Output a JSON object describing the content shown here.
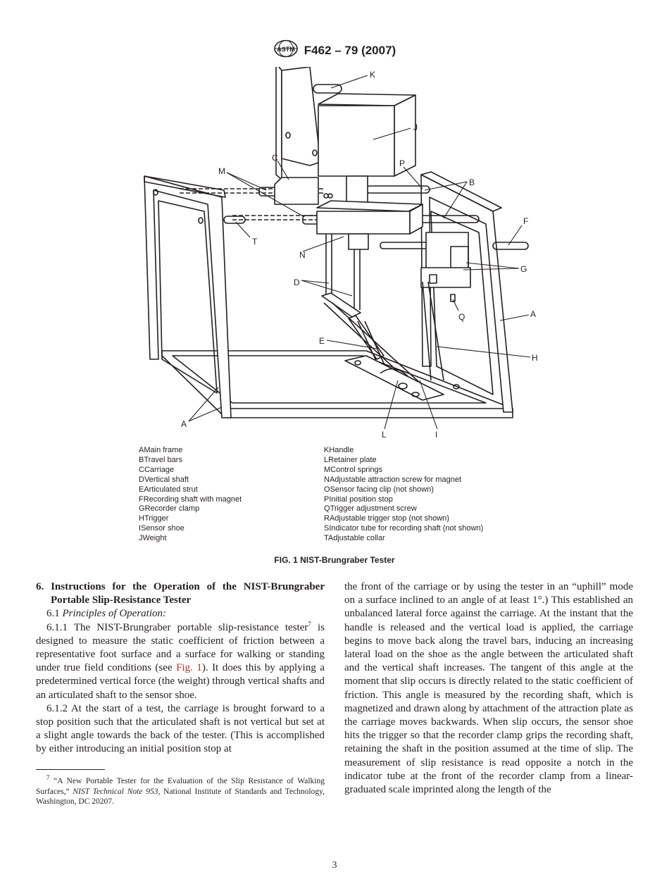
{
  "header": {
    "logo_icon": "astm-logo-icon",
    "logo_text": "ASTM",
    "standard": "F462 – 79 (2007)"
  },
  "figure": {
    "callout_labels": {
      "K": "K",
      "J": "J",
      "C": "C",
      "M": "M",
      "P": "P",
      "B": "B",
      "F": "F",
      "T": "T",
      "N": "N",
      "G": "G",
      "D": "D",
      "A": "A",
      "Q": "Q",
      "E": "E",
      "H": "H",
      "L": "L",
      "I": "I",
      "A2": "A"
    }
  },
  "legend": {
    "left": [
      {
        "key": "A",
        "label": "Main frame"
      },
      {
        "key": "B",
        "label": "Travel bars"
      },
      {
        "key": "C",
        "label": "Carriage"
      },
      {
        "key": "D",
        "label": "Vertical shaft"
      },
      {
        "key": "E",
        "label": "Articulated strut"
      },
      {
        "key": "F",
        "label": "Recording shaft with magnet"
      },
      {
        "key": "G",
        "label": "Recorder clamp"
      },
      {
        "key": "H",
        "label": "Trigger"
      },
      {
        "key": "I",
        "label": "Sensor shoe"
      },
      {
        "key": "J",
        "label": "Weight"
      }
    ],
    "right": [
      {
        "key": "K",
        "label": "Handle"
      },
      {
        "key": "L",
        "label": "Retainer plate"
      },
      {
        "key": "M",
        "label": "Control springs"
      },
      {
        "key": "N",
        "label": "Adjustable attraction screw for magnet"
      },
      {
        "key": "O",
        "label": "Sensor facing clip (not shown)"
      },
      {
        "key": "P",
        "label": "Initial position stop"
      },
      {
        "key": "Q",
        "label": "Trigger adjustment screw"
      },
      {
        "key": "R",
        "label": "Adjustable trigger stop (not shown)"
      },
      {
        "key": "S",
        "label": "Indicator tube for recording shaft (not shown)"
      },
      {
        "key": "T",
        "label": "Adjustable collar"
      }
    ]
  },
  "caption": "FIG. 1 NIST-Brungraber Tester",
  "section": {
    "heading": "6. Instructions for the Operation of the NIST-Brungraber Portable Slip-Resistance Tester",
    "p1_num": "6.1",
    "p1_title": "Principles of Operation:",
    "p2_a": "6.1.1 The NIST-Brungraber portable slip-resistance tester",
    "p2_sup": "7",
    "p2_b": " is designed to measure the static coefficient of friction between a representative foot surface and a surface for walking or standing under true field conditions (see ",
    "p2_link": "Fig. 1",
    "p2_c": "). It does this by applying a predetermined vertical force (the weight) through vertical shafts and an articulated shaft to the sensor shoe.",
    "p3_a": "6.1.2 At the start of a test, the carriage is brought forward to a stop position such that the articulated shaft is not vertical but set at a slight angle towards the back of the tester. (This is accomplished by either introducing an initial position stop at ",
    "p3_b": "the front of the carriage or by using the tester in an “uphill” mode on a surface inclined to an angle of at least 1°.) This established an unbalanced lateral force against the carriage. At the instant that the handle is released and the vertical load is applied, the carriage begins to move back along the travel bars, inducing an increasing lateral load on the shoe as the angle between the articulated shaft and the vertical shaft increases. The tangent of this angle at the moment that slip occurs is directly related to the static coefficient of friction. This angle is measured by the recording shaft, which is magnetized and drawn along by attachment of the attraction plate as the carriage moves backwards. When slip occurs, the sensor shoe hits the trigger so that the recorder clamp grips the recording shaft, retaining the shaft in the position assumed at the time of slip. The measurement of slip resistance is read opposite a notch in the indicator tube at the front of the recorder clamp from a linear-graduated scale imprinted along the length of the"
  },
  "footnote": {
    "num": "7",
    "a": " “A New Portable Tester for the Evaluation of the Slip Resistance of Walking Surfaces,” ",
    "italic": "NIST Technical Note 953,",
    "b": " National Institute of Standards and Technology, Washington, DC 20207."
  },
  "page_number": "3"
}
